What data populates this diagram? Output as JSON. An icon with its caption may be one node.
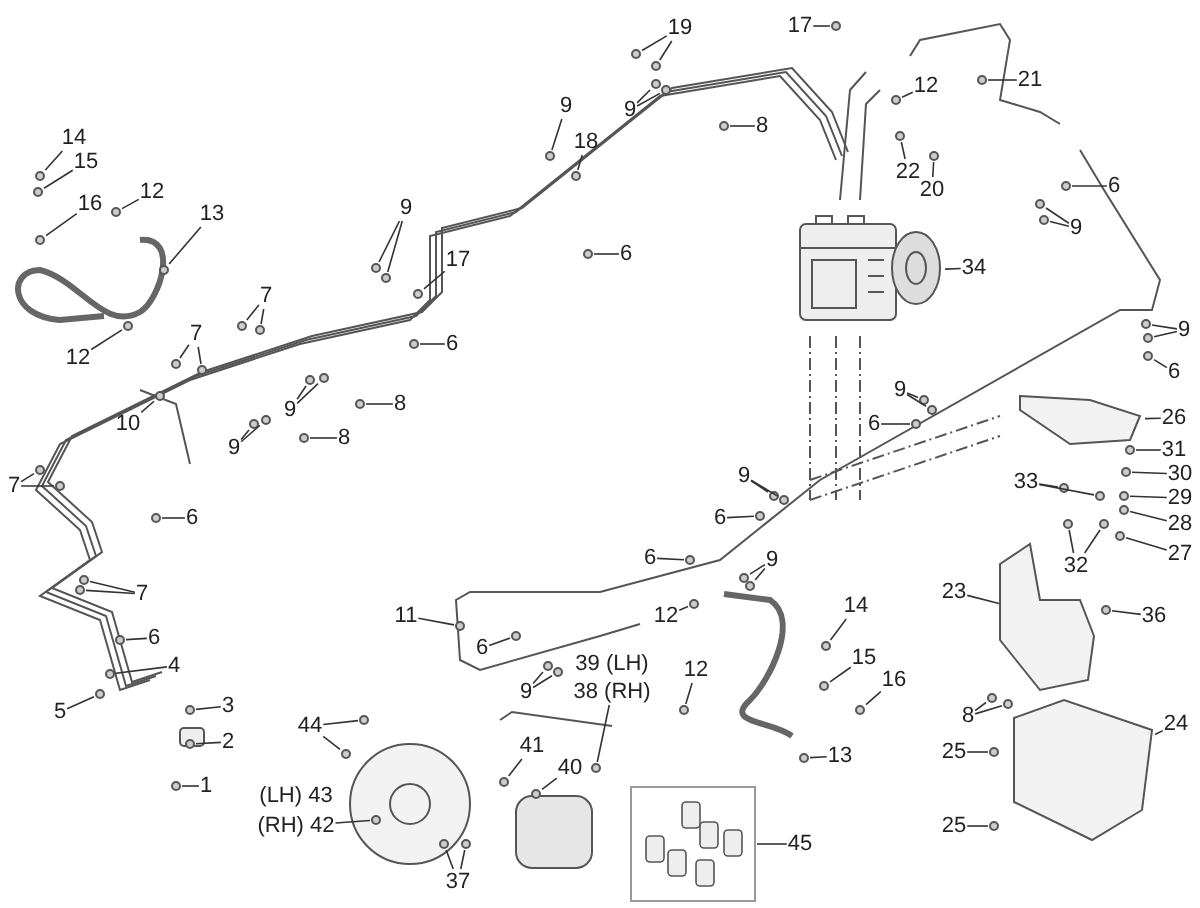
{
  "diagram": {
    "nodes": [
      {
        "text": [
          "14"
        ]
      },
      {
        "text": [
          "15"
        ]
      },
      {
        "text": [
          "16"
        ]
      },
      {
        "text": [
          "12"
        ]
      },
      {
        "text": [
          "13"
        ]
      },
      {
        "text": [
          "12"
        ]
      },
      {
        "text": [
          "10"
        ]
      },
      {
        "text": [
          "7"
        ]
      },
      {
        "text": [
          "7"
        ]
      },
      {
        "text": [
          "9"
        ]
      },
      {
        "text": [
          "17"
        ]
      },
      {
        "text": [
          "6"
        ]
      },
      {
        "text": [
          "9"
        ]
      },
      {
        "text": [
          "8"
        ]
      },
      {
        "text": [
          "9"
        ]
      },
      {
        "text": [
          "8"
        ]
      },
      {
        "text": [
          "9"
        ]
      },
      {
        "text": [
          "18"
        ]
      },
      {
        "text": [
          "6"
        ]
      },
      {
        "text": [
          "19"
        ]
      },
      {
        "text": [
          "9"
        ]
      },
      {
        "text": [
          "8"
        ]
      },
      {
        "text": [
          "17"
        ]
      },
      {
        "text": [
          "21"
        ]
      },
      {
        "text": [
          "12"
        ]
      },
      {
        "text": [
          "22"
        ]
      },
      {
        "text": [
          "20"
        ]
      },
      {
        "text": [
          "6"
        ]
      },
      {
        "text": [
          "9"
        ]
      },
      {
        "text": [
          "34"
        ]
      },
      {
        "text": [
          "9"
        ]
      },
      {
        "text": [
          "6"
        ]
      },
      {
        "text": [
          "9"
        ]
      },
      {
        "text": [
          "6"
        ]
      },
      {
        "text": [
          "26"
        ]
      },
      {
        "text": [
          "31"
        ]
      },
      {
        "text": [
          "30"
        ]
      },
      {
        "text": [
          "29"
        ]
      },
      {
        "text": [
          "28"
        ]
      },
      {
        "text": [
          "27"
        ]
      },
      {
        "text": [
          "33"
        ]
      },
      {
        "text": [
          "32"
        ]
      },
      {
        "text": [
          "7"
        ]
      },
      {
        "text": [
          "6"
        ]
      },
      {
        "text": [
          "7"
        ]
      },
      {
        "text": [
          "6"
        ]
      },
      {
        "text": [
          "4"
        ]
      },
      {
        "text": [
          "5"
        ]
      },
      {
        "text": [
          "3"
        ]
      },
      {
        "text": [
          "2"
        ]
      },
      {
        "text": [
          "1"
        ]
      },
      {
        "text": [
          "11"
        ]
      },
      {
        "text": [
          "6"
        ]
      },
      {
        "text": [
          "9"
        ]
      },
      {
        "text": [
          "9"
        ]
      },
      {
        "text": [
          "6"
        ]
      },
      {
        "text": [
          "6"
        ]
      },
      {
        "text": [
          "9"
        ]
      },
      {
        "text": [
          "12"
        ]
      },
      {
        "text": [
          "38 (RH)"
        ]
      },
      {
        "text": [
          "44"
        ]
      },
      {
        "text": [
          "41"
        ]
      },
      {
        "text": [
          "40"
        ]
      },
      {
        "text": [
          "(RH) 42"
        ]
      },
      {
        "text": [
          "37"
        ]
      },
      {
        "text": [
          "14"
        ]
      },
      {
        "text": [
          "15"
        ]
      },
      {
        "text": [
          "16"
        ]
      },
      {
        "text": [
          "12"
        ]
      },
      {
        "text": [
          "13"
        ]
      },
      {
        "text": [
          "23"
        ]
      },
      {
        "text": [
          "36"
        ]
      },
      {
        "text": [
          "8"
        ]
      },
      {
        "text": [
          "24"
        ]
      },
      {
        "text": [
          "25"
        ]
      },
      {
        "text": [
          "25"
        ]
      },
      {
        "text": [
          "45"
        ]
      },
      {
        "text": [],
        "shape": "box"
      },
      {
        "text": [],
        "shape": "picture"
      },
      {
        "text": [],
        "shape": "picture"
      },
      {
        "text": [],
        "shape": "picture"
      },
      {
        "text": [],
        "shape": "picture"
      },
      {
        "text": [],
        "shape": "circle"
      },
      {
        "text": [],
        "shape": "circle"
      },
      {
        "text": [],
        "shape": "circle"
      },
      {
        "text": [],
        "shape": "circle"
      },
      {
        "text": [],
        "shape": "circle"
      },
      {
        "text": [],
        "shape": "circle"
      },
      {
        "text": [],
        "shape": "circle"
      },
      {
        "text": [],
        "shape": "circle"
      },
      {
        "text": [],
        "shape": "circle"
      },
      {
        "text": [],
        "shape": "circle"
      },
      {
        "text": [],
        "shape": "circle"
      },
      {
        "text": [],
        "shape": "circle"
      },
      {
        "text": [],
        "shape": "circle"
      },
      {
        "text": [],
        "shape": "circle"
      },
      {
        "text": [],
        "shape": "circle"
      },
      {
        "text": [],
        "shape": "circle"
      },
      {
        "text": [],
        "shape": "circle"
      },
      {
        "text": [],
        "shape": "circle"
      },
      {
        "text": [],
        "shape": "circle"
      },
      {
        "text": [],
        "shape": "circle"
      },
      {
        "text": [],
        "shape": "circle"
      },
      {
        "text": [],
        "shape": "circle"
      },
      {
        "text": [],
        "shape": "circle"
      },
      {
        "text": [],
        "shape": "circle"
      },
      {
        "text": [],
        "shape": "circle"
      },
      {
        "text": [],
        "shape": "circle"
      },
      {
        "text": [],
        "shape": "circle"
      },
      {
        "text": [],
        "shape": "circle"
      },
      {
        "text": [],
        "shape": "circle"
      },
      {
        "text": [],
        "shape": "circle"
      },
      {
        "text": [],
        "shape": "circle"
      },
      {
        "text": [],
        "shape": "circle"
      },
      {
        "text": [],
        "shape": "circle"
      },
      {
        "text": [],
        "shape": "circle"
      },
      {
        "text": [],
        "shape": "circle"
      },
      {
        "text": [],
        "shape": "circle"
      },
      {
        "text": [],
        "shape": "circle"
      },
      {
        "text": [],
        "shape": "circle"
      },
      {
        "text": [],
        "shape": "circle"
      },
      {
        "text": [],
        "shape": "circle"
      },
      {
        "text": [],
        "shape": "circle"
      },
      {
        "text": [],
        "shape": "circle"
      },
      {
        "text": [],
        "shape": "circle"
      },
      {
        "text": [],
        "shape": "circle"
      },
      {
        "text": [],
        "shape": "circle"
      },
      {
        "text": [],
        "shape": "circle"
      },
      {
        "text": [],
        "shape": "circle"
      },
      {
        "text": [],
        "shape": "circle"
      },
      {
        "text": [],
        "shape": "circle"
      },
      {
        "text": [],
        "shape": "circle"
      },
      {
        "text": [],
        "shape": "circle"
      },
      {
        "text": [],
        "shape": "circle"
      },
      {
        "text": [],
        "shape": "circle"
      },
      {
        "text": [],
        "shape": "circle"
      },
      {
        "text": [],
        "shape": "circle"
      },
      {
        "text": [],
        "shape": "circle"
      },
      {
        "text": [],
        "shape": "circle"
      },
      {
        "text": [],
        "shape": "circle"
      },
      {
        "text": [],
        "shape": "circle"
      },
      {
        "text": [],
        "shape": "circle"
      },
      {
        "text": [],
        "shape": "circle"
      },
      {
        "text": [],
        "shape": "circle"
      },
      {
        "text": [],
        "shape": "circle"
      },
      {
        "text": [],
        "shape": "circle"
      },
      {
        "text": [],
        "shape": "circle"
      },
      {
        "text": [],
        "shape": "circle"
      },
      {
        "text": [],
        "shape": "circle"
      },
      {
        "text": [],
        "shape": "circle"
      },
      {
        "text": [],
        "shape": "circle"
      },
      {
        "text": [],
        "shape": "circle"
      },
      {
        "text": [],
        "shape": "circle"
      },
      {
        "text": [],
        "shape": "circle"
      },
      {
        "text": [],
        "shape": "circle"
      },
      {
        "text": [],
        "shape": "circle"
      },
      {
        "text": [],
        "shape": "circle"
      },
      {
        "text": [],
        "shape": "circle"
      },
      {
        "text": [],
        "shape": "circle"
      },
      {
        "text": [],
        "shape": "circle"
      },
      {
        "text": [],
        "shape": "circle"
      },
      {
        "text": [],
        "shape": "circle"
      },
      {
        "text": [],
        "shape": "circle"
      },
      {
        "text": [],
        "shape": "circle"
      },
      {
        "text": [],
        "shape": "circle"
      },
      {
        "text": [],
        "shape": "circle"
      },
      {
        "text": [],
        "shape": "circle"
      },
      {
        "text": [],
        "shape": "circle"
      },
      {
        "text": [],
        "shape": "circle"
      },
      {
        "text": [],
        "shape": "circle"
      },
      {
        "text": [],
        "shape": "circle"
      },
      {
        "text": [],
        "shape": "circle"
      },
      {
        "text": [],
        "shape": "circle"
      },
      {
        "text": [],
        "shape": "circle"
      }
    ],
    "edges": [
      {
        "from": 0,
        "to": 82,
        "arrow": "none"
      },
      {
        "from": 1,
        "to": 83,
        "arrow": "none"
      },
      {
        "from": 2,
        "to": 84,
        "arrow": "none"
      },
      {
        "from": 3,
        "to": 85,
        "arrow": "none"
      },
      {
        "from": 4,
        "to": 86,
        "arrow": "none"
      },
      {
        "from": 5,
        "to": 87,
        "arrow": "none"
      },
      {
        "from": 6,
        "to": 88,
        "arrow": "none"
      },
      {
        "from": 7,
        "to": 89,
        "arrow": "none"
      },
      {
        "from": 7,
        "to": 90,
        "arrow": "none"
      },
      {
        "from": 8,
        "to": 91,
        "arrow": "none"
      },
      {
        "from": 8,
        "to": 92,
        "arrow": "none"
      },
      {
        "from": 9,
        "to": 93,
        "arrow": "none"
      },
      {
        "from": 9,
        "to": 94,
        "arrow": "none"
      },
      {
        "from": 10,
        "to": 95,
        "arrow": "none"
      },
      {
        "from": 11,
        "to": 96,
        "arrow": "none"
      },
      {
        "from": 12,
        "to": 97,
        "arrow": "none"
      },
      {
        "from": 12,
        "to": 98,
        "arrow": "none"
      },
      {
        "from": 13,
        "to": 99,
        "arrow": "none"
      },
      {
        "from": 14,
        "to": 100,
        "arrow": "none"
      },
      {
        "from": 14,
        "to": 101,
        "arrow": "none"
      },
      {
        "from": 15,
        "to": 102,
        "arrow": "none"
      },
      {
        "from": 16,
        "to": 103,
        "arrow": "none"
      },
      {
        "from": 17,
        "to": 104,
        "arrow": "none"
      },
      {
        "from": 18,
        "to": 105,
        "arrow": "none"
      },
      {
        "from": 19,
        "to": 106,
        "arrow": "none"
      },
      {
        "from": 19,
        "to": 107,
        "arrow": "none"
      },
      {
        "from": 20,
        "to": 108,
        "arrow": "none"
      },
      {
        "from": 20,
        "to": 109,
        "arrow": "none"
      },
      {
        "from": 21,
        "to": 110,
        "arrow": "none"
      },
      {
        "from": 22,
        "to": 111,
        "arrow": "none"
      },
      {
        "from": 23,
        "to": 112,
        "arrow": "none"
      },
      {
        "from": 24,
        "to": 113,
        "arrow": "none"
      },
      {
        "from": 25,
        "to": 114,
        "arrow": "none"
      },
      {
        "from": 26,
        "to": 115,
        "arrow": "none"
      },
      {
        "from": 27,
        "to": 116,
        "arrow": "none"
      },
      {
        "from": 28,
        "to": 117,
        "arrow": "none"
      },
      {
        "from": 28,
        "to": 118,
        "arrow": "none"
      },
      {
        "from": 29,
        "to": 78,
        "arrow": "none"
      },
      {
        "from": 30,
        "to": 119,
        "arrow": "none"
      },
      {
        "from": 30,
        "to": 120,
        "arrow": "none"
      },
      {
        "from": 31,
        "to": 121,
        "arrow": "none"
      },
      {
        "from": 32,
        "to": 122,
        "arrow": "none"
      },
      {
        "from": 32,
        "to": 123,
        "arrow": "none"
      },
      {
        "from": 33,
        "to": 124,
        "arrow": "none"
      },
      {
        "from": 34,
        "to": 79,
        "arrow": "none"
      },
      {
        "from": 35,
        "to": 125,
        "arrow": "none"
      },
      {
        "from": 36,
        "to": 126,
        "arrow": "none"
      },
      {
        "from": 37,
        "to": 127,
        "arrow": "none"
      },
      {
        "from": 38,
        "to": 128,
        "arrow": "none"
      },
      {
        "from": 39,
        "to": 129,
        "arrow": "none"
      },
      {
        "from": 40,
        "to": 130,
        "arrow": "none"
      },
      {
        "from": 40,
        "to": 131,
        "arrow": "none"
      },
      {
        "from": 41,
        "to": 132,
        "arrow": "none"
      },
      {
        "from": 41,
        "to": 133,
        "arrow": "none"
      },
      {
        "from": 42,
        "to": 134,
        "arrow": "none"
      },
      {
        "from": 42,
        "to": 135,
        "arrow": "none"
      },
      {
        "from": 43,
        "to": 136,
        "arrow": "none"
      },
      {
        "from": 44,
        "to": 137,
        "arrow": "none"
      },
      {
        "from": 44,
        "to": 138,
        "arrow": "none"
      },
      {
        "from": 45,
        "to": 139,
        "arrow": "none"
      },
      {
        "from": 46,
        "to": 140,
        "arrow": "none"
      },
      {
        "from": 47,
        "to": 141,
        "arrow": "none"
      },
      {
        "from": 48,
        "to": 142,
        "arrow": "none"
      },
      {
        "from": 49,
        "to": 143,
        "arrow": "none"
      },
      {
        "from": 50,
        "to": 144,
        "arrow": "none"
      },
      {
        "from": 51,
        "to": 145,
        "arrow": "none"
      },
      {
        "from": 52,
        "to": 146,
        "arrow": "none"
      },
      {
        "from": 53,
        "to": 147,
        "arrow": "none"
      },
      {
        "from": 53,
        "to": 148,
        "arrow": "none"
      },
      {
        "from": 54,
        "to": 149,
        "arrow": "none"
      },
      {
        "from": 54,
        "to": 150,
        "arrow": "none"
      },
      {
        "from": 55,
        "to": 151,
        "arrow": "none"
      },
      {
        "from": 56,
        "to": 152,
        "arrow": "none"
      },
      {
        "from": 57,
        "to": 153,
        "arrow": "none"
      },
      {
        "from": 57,
        "to": 154,
        "arrow": "none"
      },
      {
        "from": 58,
        "to": 155,
        "arrow": "none"
      },
      {
        "from": 59,
        "to": 156,
        "arrow": "none"
      },
      {
        "from": 60,
        "to": 157,
        "arrow": "none"
      },
      {
        "from": 60,
        "to": 158,
        "arrow": "none"
      },
      {
        "from": 61,
        "to": 159,
        "arrow": "none"
      },
      {
        "from": 62,
        "to": 160,
        "arrow": "none"
      },
      {
        "from": 63,
        "to": 161,
        "arrow": "none"
      },
      {
        "from": 64,
        "to": 162,
        "arrow": "none"
      },
      {
        "from": 64,
        "to": 163,
        "arrow": "none"
      },
      {
        "from": 65,
        "to": 164,
        "arrow": "none"
      },
      {
        "from": 66,
        "to": 165,
        "arrow": "none"
      },
      {
        "from": 67,
        "to": 166,
        "arrow": "none"
      },
      {
        "from": 68,
        "to": 167,
        "arrow": "none"
      },
      {
        "from": 69,
        "to": 168,
        "arrow": "none"
      },
      {
        "from": 70,
        "to": 80,
        "arrow": "none"
      },
      {
        "from": 71,
        "to": 169,
        "arrow": "none"
      },
      {
        "from": 72,
        "to": 170,
        "arrow": "none"
      },
      {
        "from": 72,
        "to": 171,
        "arrow": "none"
      },
      {
        "from": 73,
        "to": 81,
        "arrow": "none"
      },
      {
        "from": 74,
        "to": 172,
        "arrow": "none"
      },
      {
        "from": 75,
        "to": 173,
        "arrow": "none"
      },
      {
        "from": 76,
        "to": 77,
        "arrow": "none"
      }
    ],
    "labels": [
      "39 (LH)",
      "(LH) 43"
    ]
  }
}
